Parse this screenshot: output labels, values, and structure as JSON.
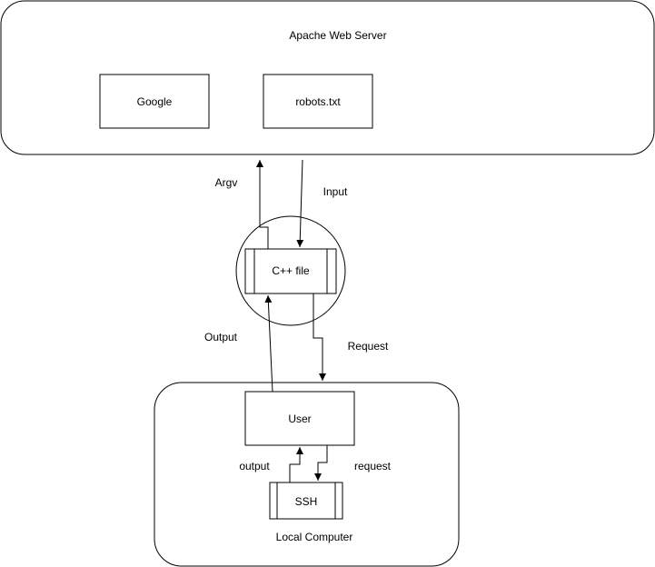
{
  "diagram": {
    "apache_server": {
      "label": "Apache Web Server"
    },
    "google": {
      "label": "Google"
    },
    "robots": {
      "label": "robots.txt"
    },
    "cpp_file": {
      "label": "C++ file"
    },
    "local_computer": {
      "label": "Local Computer"
    },
    "user": {
      "label": "User"
    },
    "ssh": {
      "label": "SSH"
    },
    "edges": {
      "argv": "Argv",
      "input": "Input",
      "output_upper": "Output",
      "request_upper": "Request",
      "output_lower": "output",
      "request_lower": "request"
    },
    "colors": {
      "stroke": "#000000",
      "fill": "#ffffff",
      "text": "#000000"
    }
  }
}
